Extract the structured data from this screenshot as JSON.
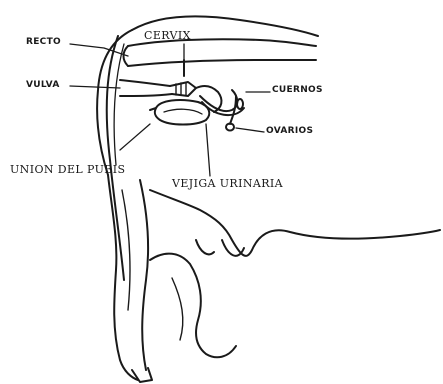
{
  "labels": {
    "recto": "RECTO",
    "cervix": "CERVIX",
    "vulva": "VULVA",
    "cuernos": "CUERNOS",
    "ovarios": "OVARIOS",
    "union_pubis": "UNION DEL PUBIS",
    "vejiga": "VEJIGA URINARIA"
  },
  "colors": {
    "ink": "#1a1a1a",
    "background": "#ffffff"
  }
}
